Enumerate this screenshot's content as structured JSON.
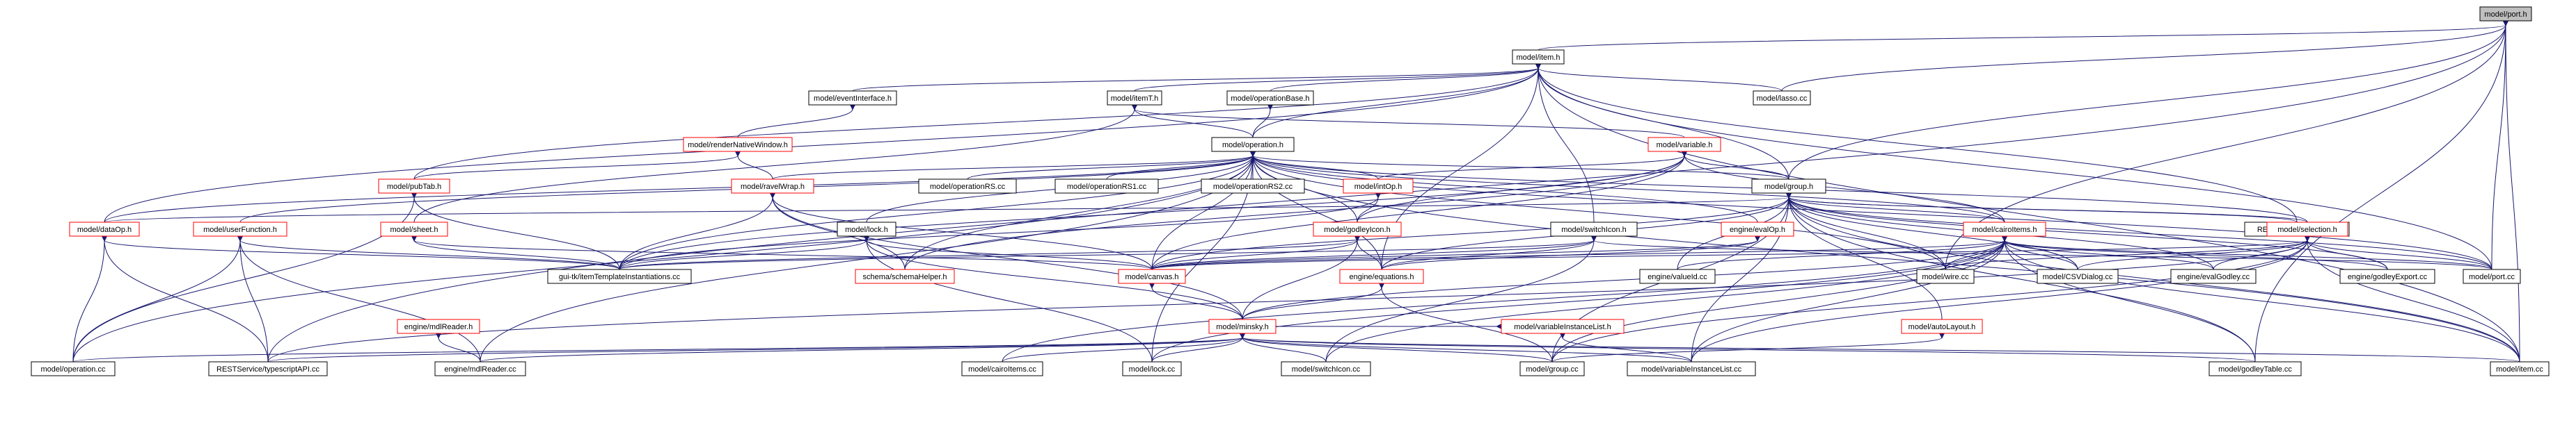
{
  "diagram": {
    "type": "include-dependency-graph",
    "colors": {
      "edge": "#191970",
      "node_border": "#000000",
      "node_border_incomplete": "#ff0000",
      "root_fill": "#bfbfbf",
      "node_fill": "#ffffff"
    },
    "nodes": {
      "port_h": "model/port.h",
      "item_h": "model/item.h",
      "eventInterface_h": "model/eventInterface.h",
      "itemT_h": "model/itemT.h",
      "operationBase_h": "model/operationBase.h",
      "lasso_cc": "model/lasso.cc",
      "renderNativeWindow_h": "model/renderNativeWindow.h",
      "operation_h": "model/operation.h",
      "variable_h": "model/variable.h",
      "pubTab_h": "model/pubTab.h",
      "ravelWrap_h": "model/ravelWrap.h",
      "operationRS_cc": "model/operationRS.cc",
      "operationRS1_cc": "model/operationRS1.cc",
      "operationRS2_cc": "model/operationRS2.cc",
      "intOp_h": "model/intOp.h",
      "group_h": "model/group.h",
      "itemRS_h": "RESTService/itemRS.h",
      "dataOp_h": "model/dataOp.h",
      "userFunction_h": "model/userFunction.h",
      "sheet_h": "model/sheet.h",
      "lock_h": "model/lock.h",
      "godleyIcon_h": "model/godleyIcon.h",
      "switchIcon_h": "model/switchIcon.h",
      "evalOp_h": "engine/evalOp.h",
      "cairoItems_h": "model/cairoItems.h",
      "selection_h": "model/selection.h",
      "itemTemplateInstantiations_cc": "gui-tk/itemTemplateInstantiations.cc",
      "schemaHelper_h": "schema/schemaHelper.h",
      "canvas_h": "model/canvas.h",
      "equations_h": "engine/equations.h",
      "valueId_cc": "engine/valueId.cc",
      "wire_cc": "model/wire.cc",
      "CSVDialog_cc": "model/CSVDialog.cc",
      "evalGodley_cc": "engine/evalGodley.cc",
      "godleyExport_cc": "engine/godleyExport.cc",
      "port_cc": "model/port.cc",
      "mdlReader_h": "engine/mdlReader.h",
      "minsky_h": "model/minsky.h",
      "variableInstanceList_h": "model/variableInstanceList.h",
      "autoLayout_h": "model/autoLayout.h",
      "operation_cc": "model/operation.cc",
      "typescriptAPI_cc": "RESTService/typescriptAPI.cc",
      "mdlReader_cc": "engine/mdlReader.cc",
      "cairoItems_cc": "model/cairoItems.cc",
      "lock_cc": "model/lock.cc",
      "switchIcon_cc": "model/switchIcon.cc",
      "group_cc": "model/group.cc",
      "variableInstanceList_cc": "model/variableInstanceList.cc",
      "godleyTable_cc": "model/godleyTable.cc",
      "item_cc": "model/item.cc"
    }
  }
}
